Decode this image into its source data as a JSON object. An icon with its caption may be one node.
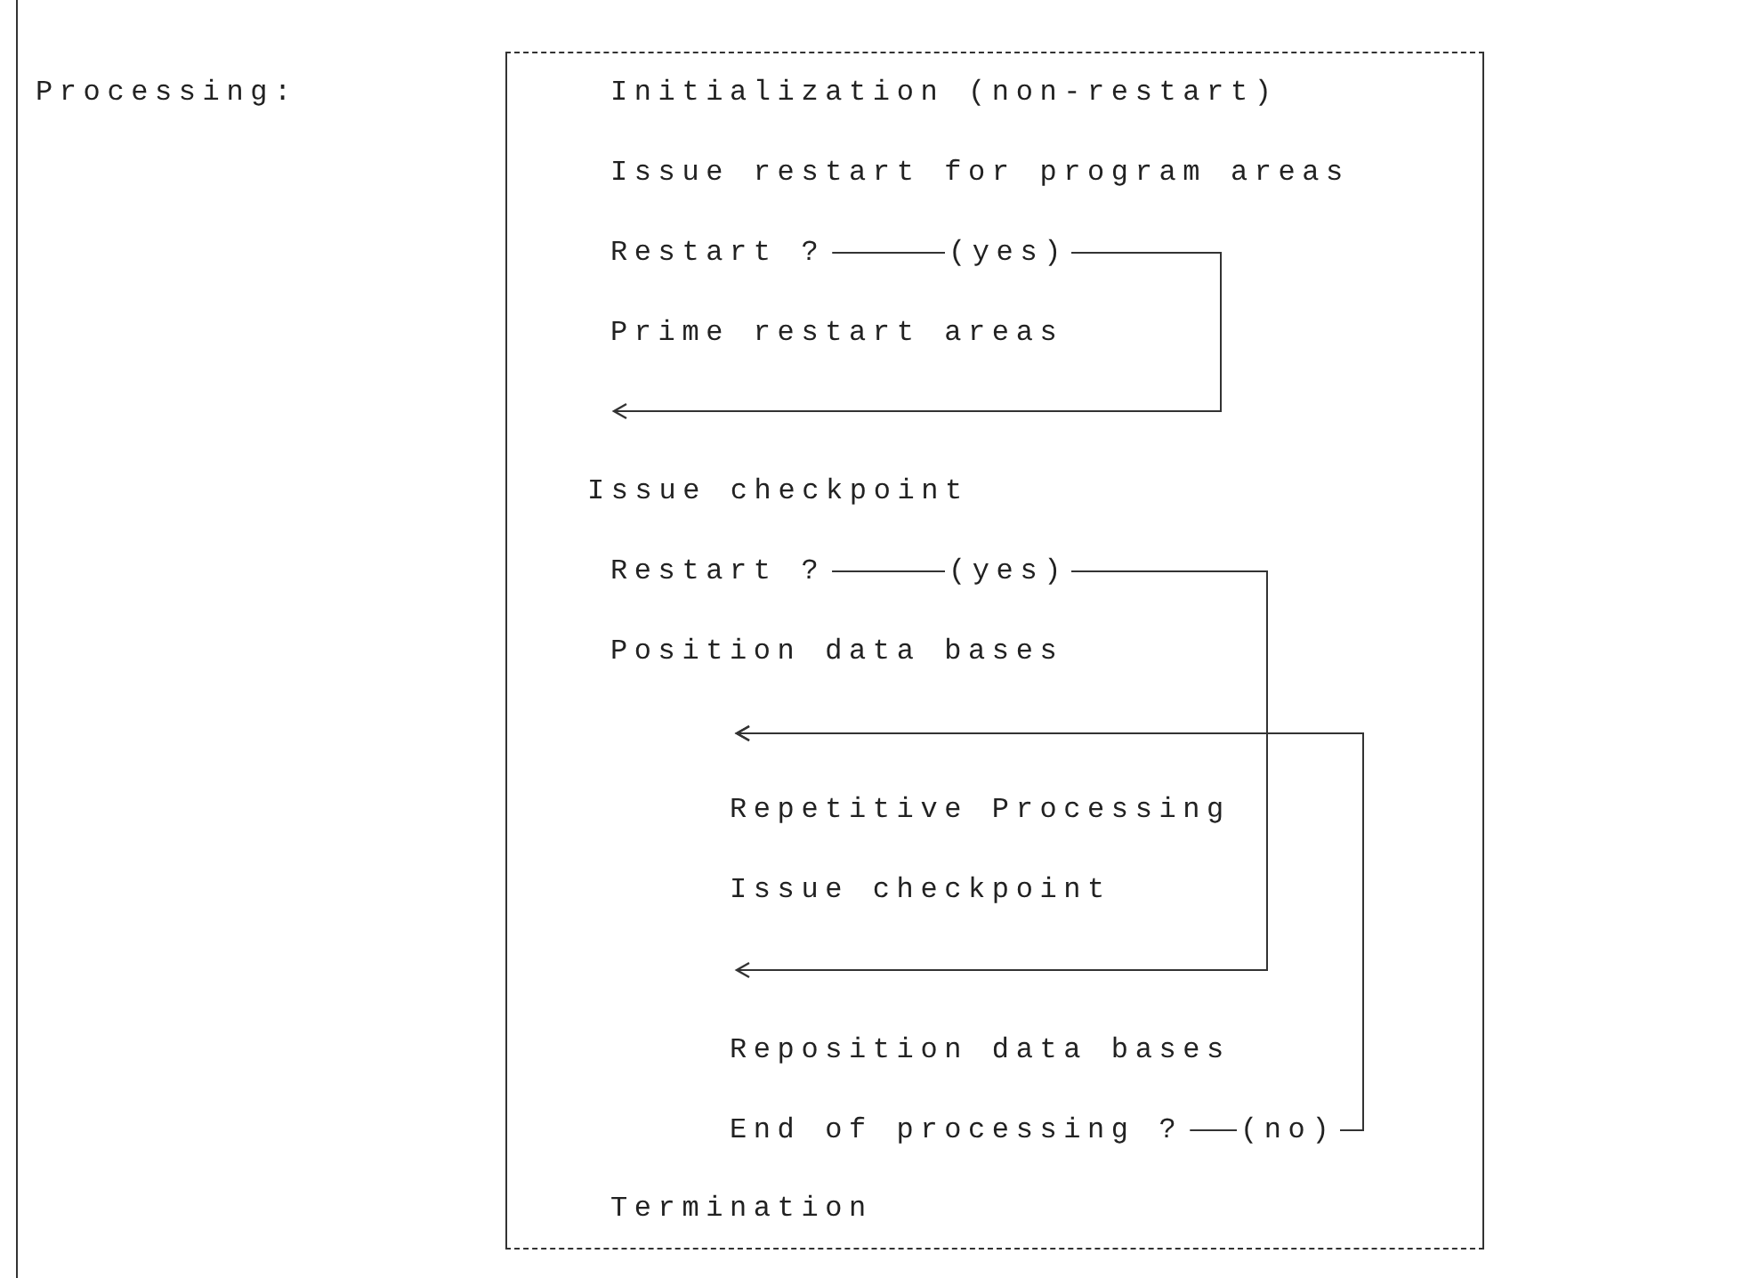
{
  "diagram": {
    "nodes": [
      {
        "text": [],
        "shape": "box"
      },
      {
        "text": [
          "Initialization (non-restart)"
        ],
        "in": 0
      },
      {
        "text": [
          "Issue restart for program areas"
        ],
        "in": 0
      },
      {
        "text": [
          "Restart ?"
        ],
        "in": 0
      },
      {
        "text": [
          "Prime restart areas"
        ],
        "in": 0
      },
      {
        "text": [
          "Issue checkpoint"
        ],
        "in": 0
      },
      {
        "text": [
          "Restart ?"
        ],
        "in": 0
      },
      {
        "text": [
          "Position data bases"
        ],
        "in": 0
      },
      {
        "text": [
          "Repetitive Processing"
        ],
        "in": 0
      },
      {
        "text": [
          "Issue checkpoint"
        ],
        "in": 0
      },
      {
        "text": [
          "Reposition data bases"
        ],
        "in": 0
      },
      {
        "text": [
          "End of processing ?"
        ],
        "in": 0
      },
      {
        "text": [
          "Termination"
        ],
        "in": 0
      }
    ],
    "edges": [
      {
        "from": 3,
        "to": 5,
        "arrow": "to",
        "label": "(yes)"
      },
      {
        "from": 6,
        "to": 8,
        "arrow": "to",
        "label": "(yes)"
      },
      {
        "from": 6,
        "to": 10,
        "arrow": "to"
      },
      {
        "from": 11,
        "to": 8,
        "arrow": "to",
        "label": "(no)"
      }
    ],
    "labels": [
      "Processing:"
    ]
  }
}
